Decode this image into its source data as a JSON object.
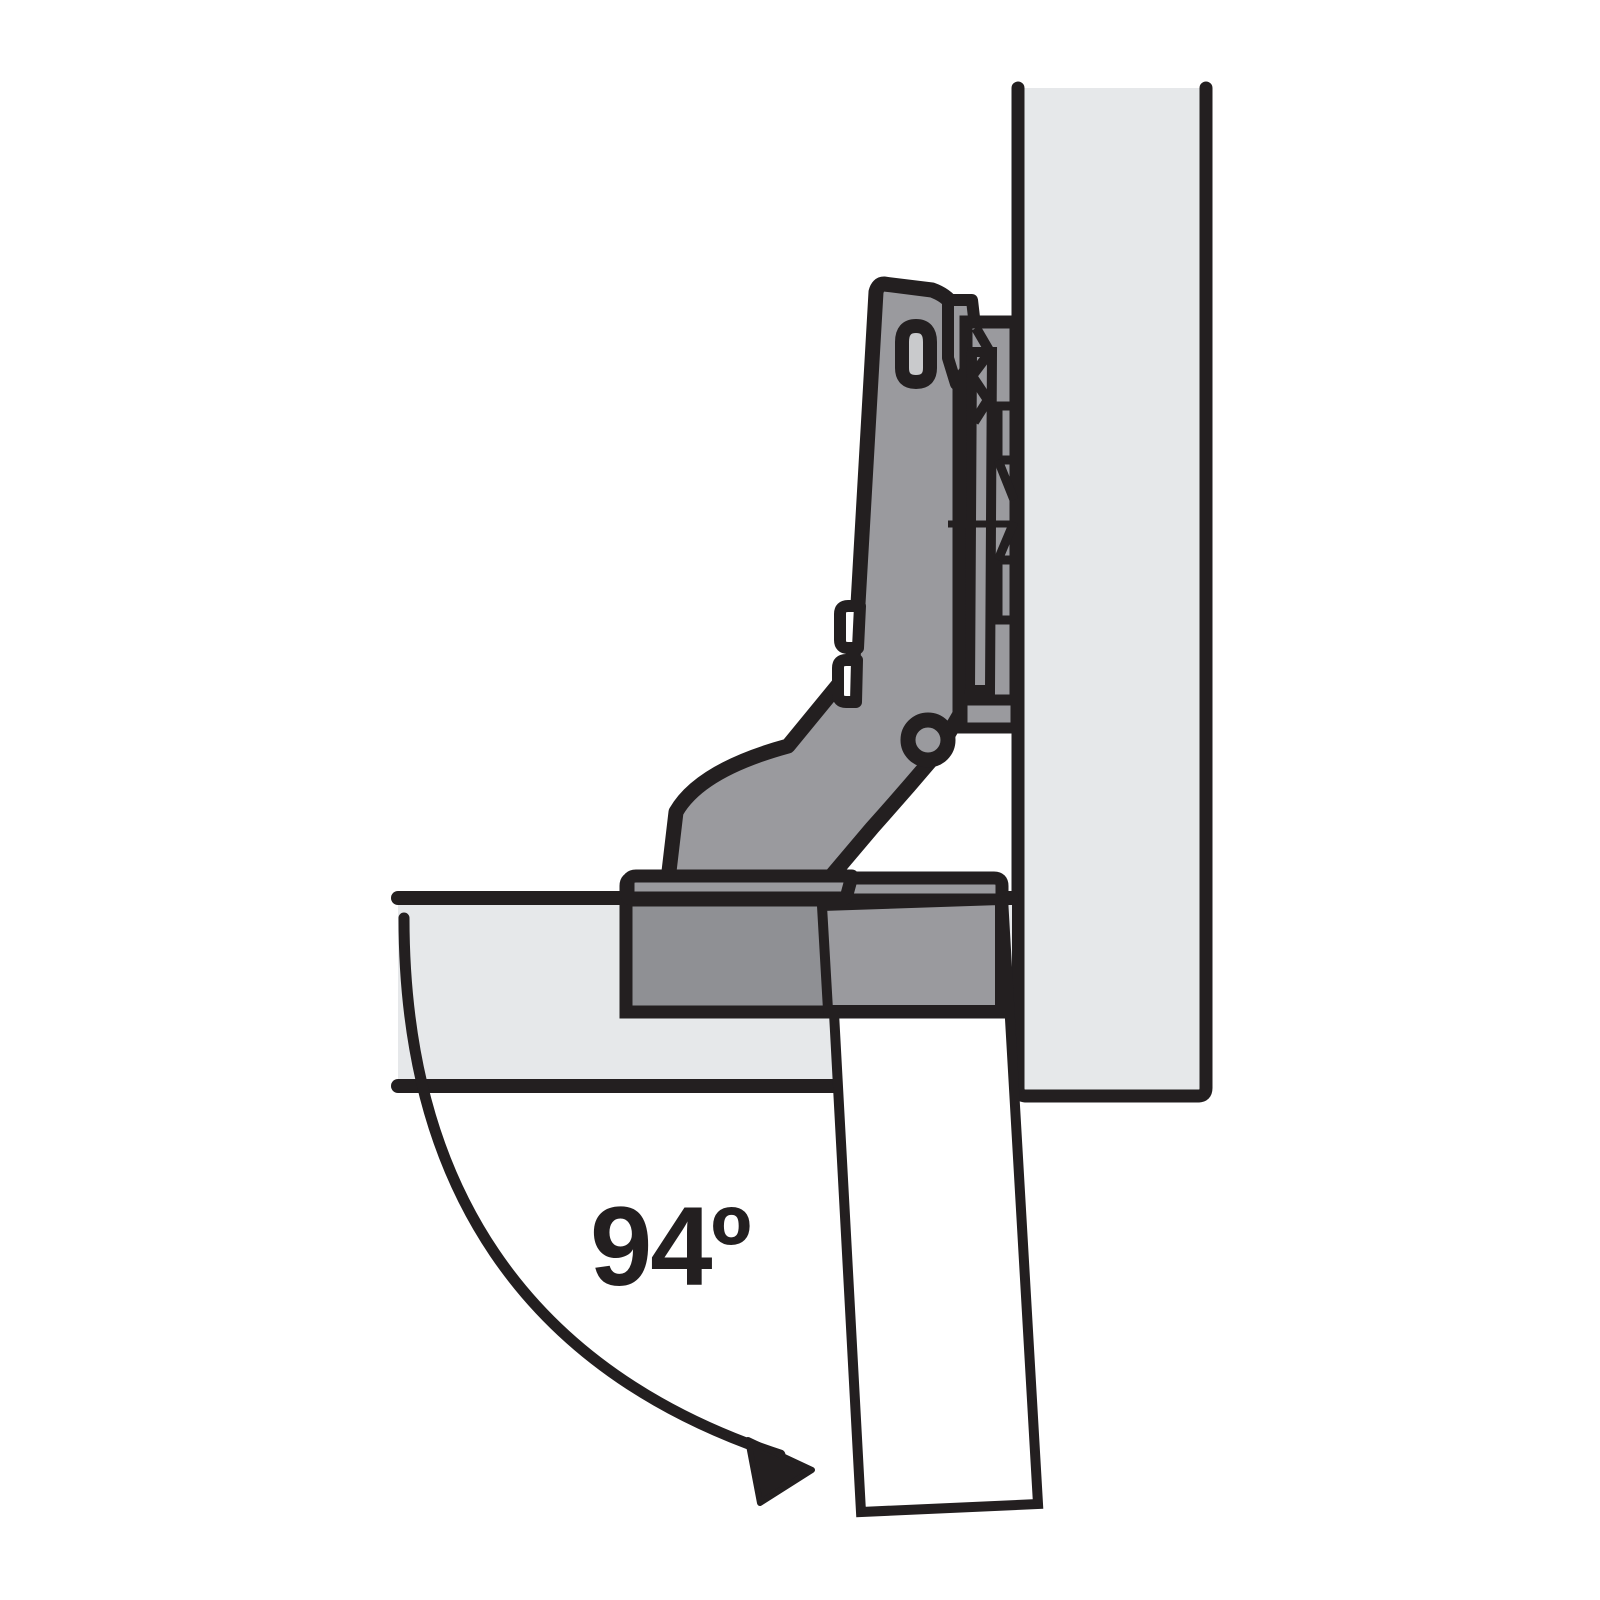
{
  "diagram": {
    "title": "Cabinet hinge opening angle cross-section",
    "subject": "concealed cabinet hinge",
    "view": "side cross-section",
    "angle_label": "94º",
    "angle_value": 94,
    "angle_unit": "degrees"
  },
  "labels": {
    "opening_angle": "94º"
  },
  "colors": {
    "panel_fill": "#e6e8ea",
    "hinge_metal_fill": "#9a9a9e",
    "hinge_cup_fill": "#8f9094",
    "outline": "#231f20",
    "background": "#ffffff",
    "door_open_fill": "#ffffff"
  },
  "parts": {
    "cabinet_side_panel": "Cabinet side panel",
    "door_panel_closed": "Door panel (closed position)",
    "door_panel_open": "Door panel (open position outline)",
    "hinge_arm": "Hinge arm",
    "hinge_cup": "Hinge cup",
    "mounting_plate": "Mounting plate",
    "pivot_hole": "Pivot hole",
    "spring": "Hinge spring",
    "adjustment_notches": "Adjustment notches",
    "swing_arc": "Door swing arc",
    "arc_arrow": "Swing direction arrow",
    "center_mark": "Center reference mark"
  }
}
